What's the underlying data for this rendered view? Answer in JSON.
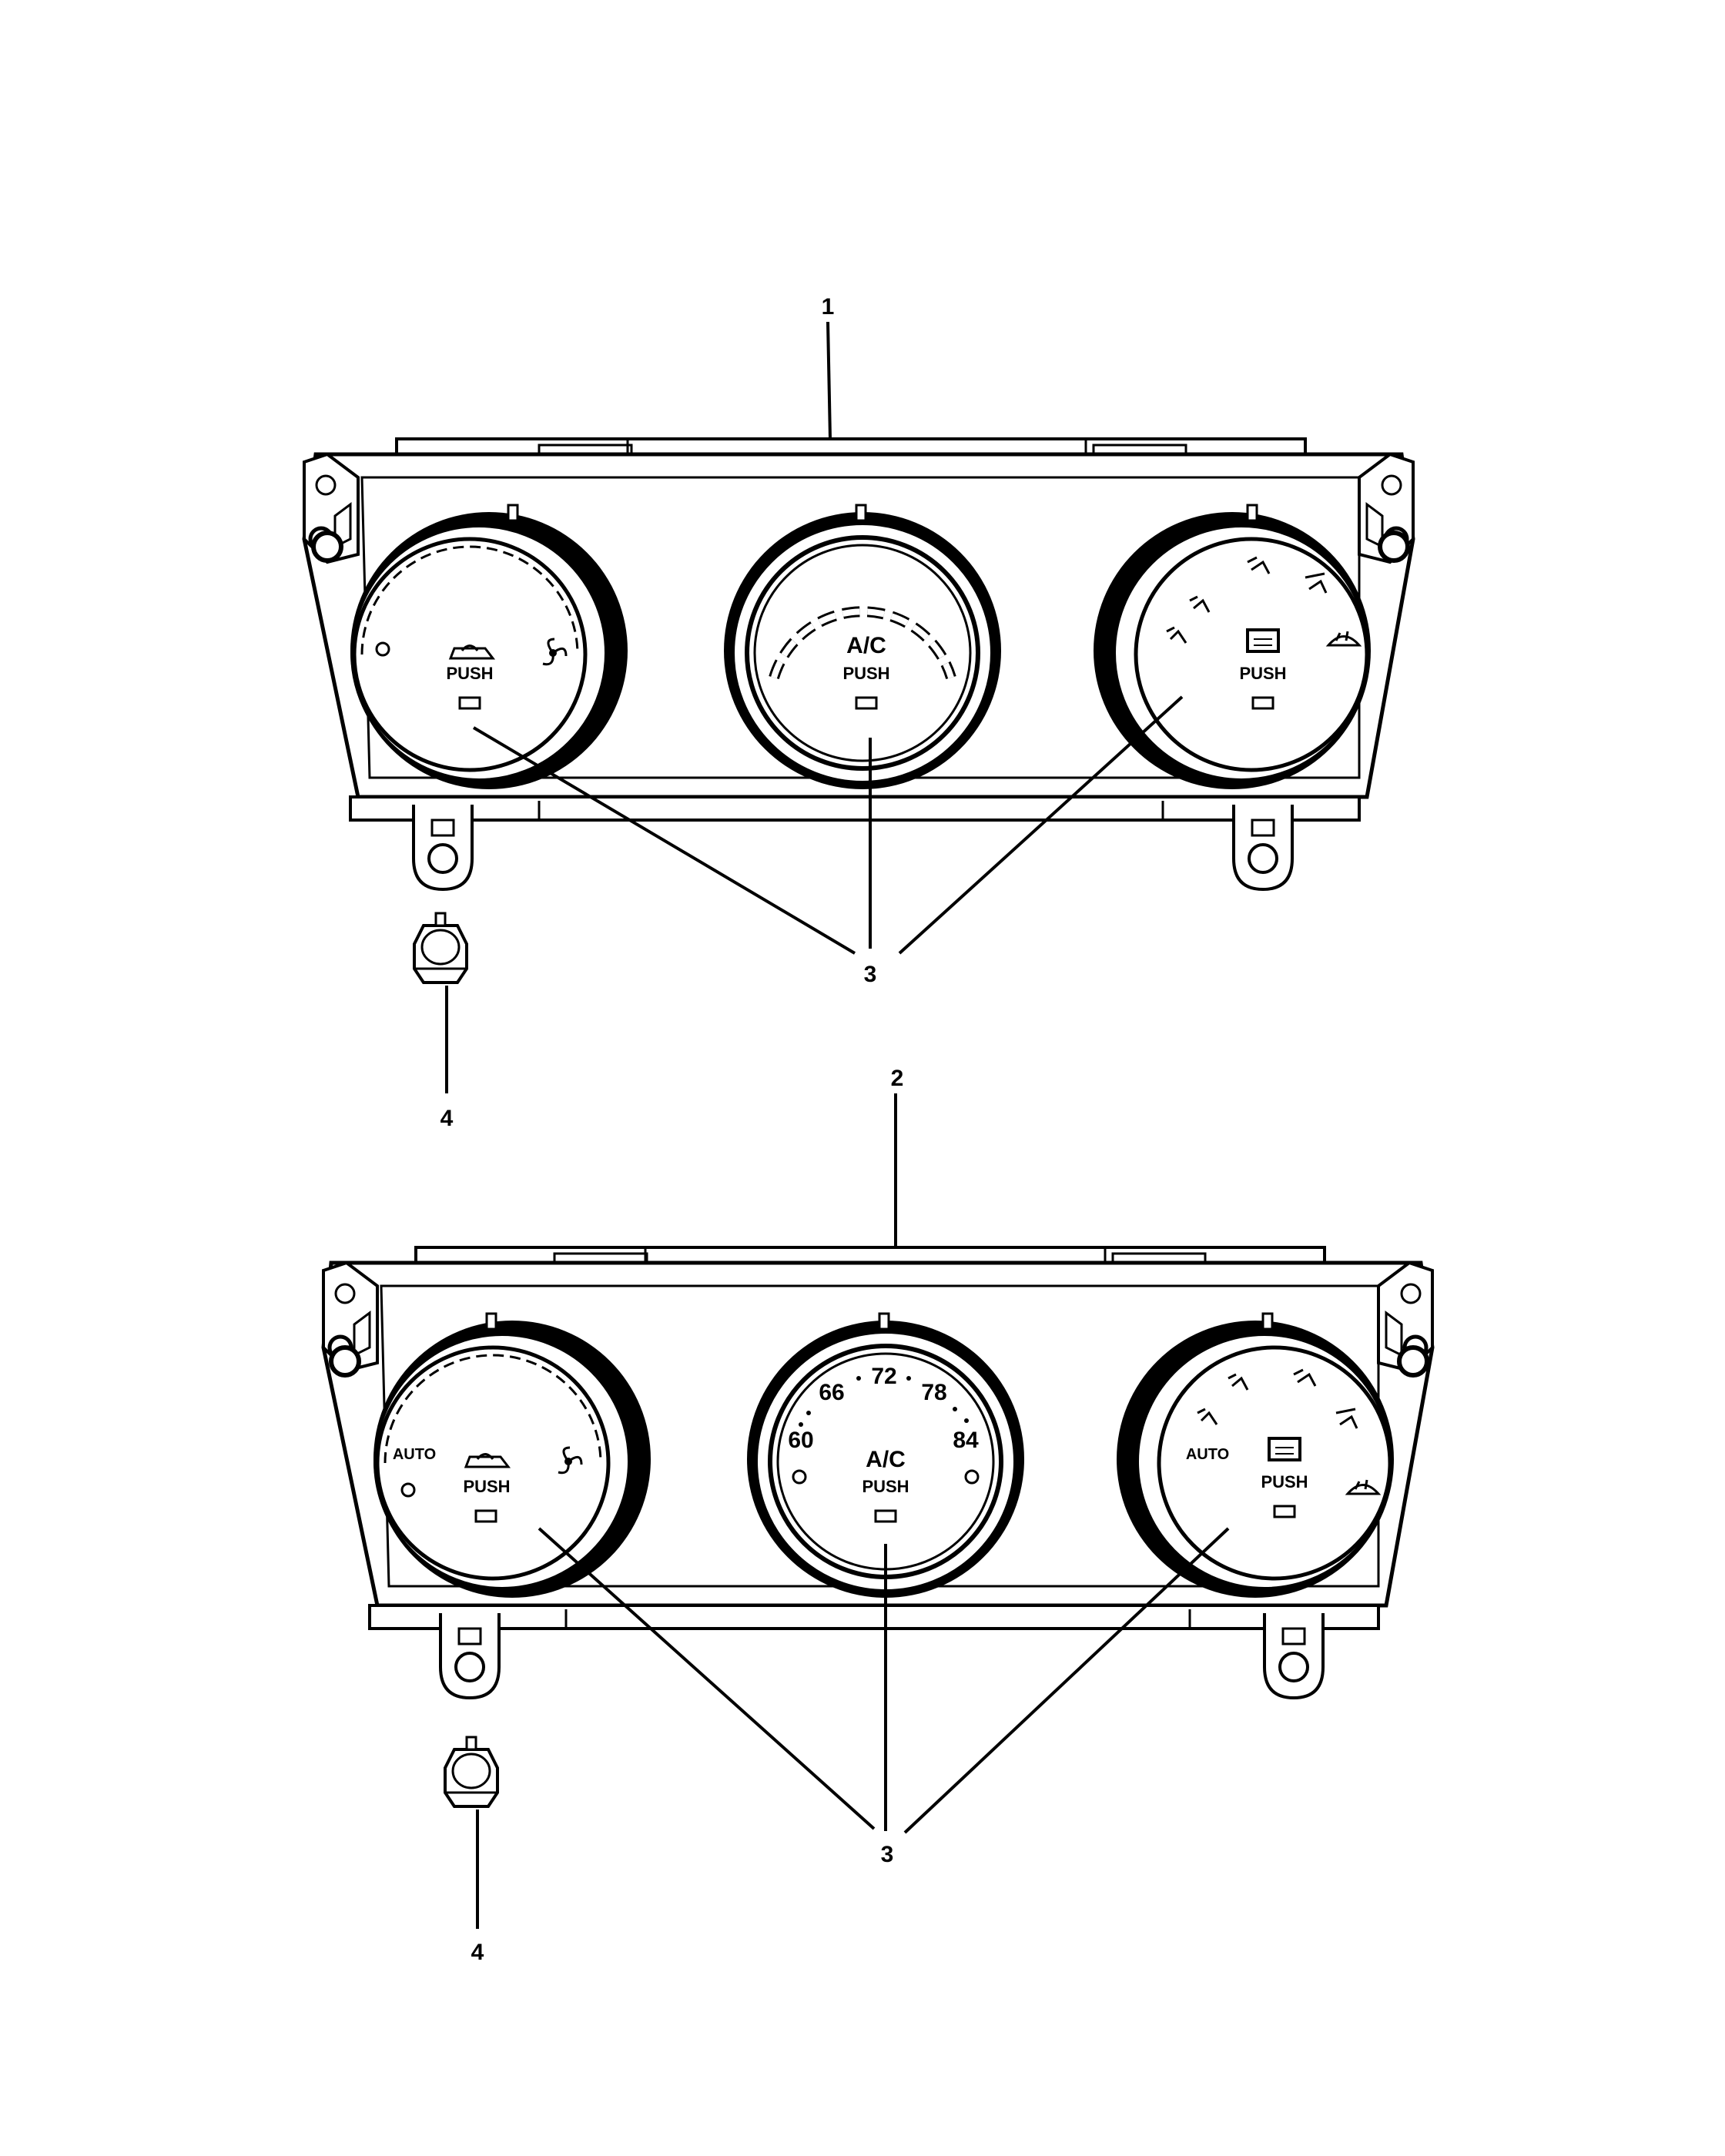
{
  "callouts": {
    "c1": "1",
    "c2": "2",
    "c3a": "3",
    "c3b": "3",
    "c4a": "4",
    "c4b": "4"
  },
  "panel_top": {
    "left_knob": {
      "push": "PUSH",
      "icons": [
        "recirculation-car-icon",
        "fan-icon",
        "off-circle-icon"
      ]
    },
    "center_knob": {
      "ac": "A/C",
      "push": "PUSH"
    },
    "right_knob": {
      "push": "PUSH",
      "icons": [
        "panel-vent-icon",
        "bilevel-icon",
        "floor-icon",
        "floor-defrost-icon",
        "defrost-icon",
        "rear-defrost-icon"
      ]
    }
  },
  "panel_bottom": {
    "left_knob": {
      "auto": "AUTO",
      "push": "PUSH",
      "icons": [
        "recirculation-car-icon",
        "fan-icon",
        "off-circle-icon"
      ]
    },
    "center_knob": {
      "ac": "A/C",
      "push": "PUSH",
      "temps": [
        "60",
        "66",
        "72",
        "78",
        "84"
      ]
    },
    "right_knob": {
      "auto": "AUTO",
      "push": "PUSH",
      "icons": [
        "panel-vent-icon",
        "bilevel-icon",
        "floor-icon",
        "floor-defrost-icon",
        "defrost-icon",
        "rear-defrost-icon"
      ]
    }
  },
  "colors": {
    "line": "#000000",
    "background": "#ffffff"
  }
}
